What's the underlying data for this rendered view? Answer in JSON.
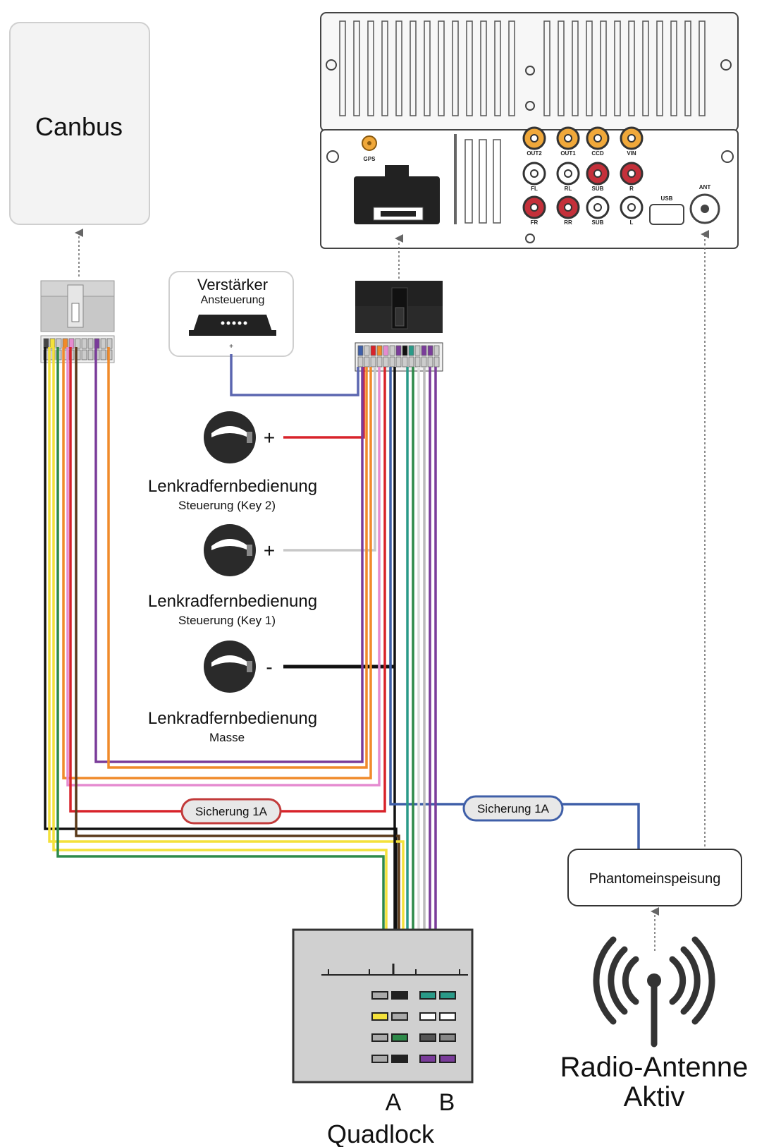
{
  "canbus": {
    "label": "Canbus"
  },
  "amp": {
    "title": "Verstärker",
    "subtitle": "Ansteuerung",
    "pin": "+"
  },
  "steering": [
    {
      "sign": "+",
      "title": "Lenkradfernbedienung",
      "subtitle": "Steuerung (Key 2)"
    },
    {
      "sign": "+",
      "title": "Lenkradfernbedienung",
      "subtitle": "Steuerung (Key 1)"
    },
    {
      "sign": "-",
      "title": "Lenkradfernbedienung",
      "subtitle": "Masse"
    }
  ],
  "fuses": {
    "left": "Sicherung 1A",
    "right": "Sicherung 1A"
  },
  "phantom": {
    "label": "Phantomeinspeisung"
  },
  "antenna": {
    "line1": "Radio-Antenne",
    "line2": "Aktiv"
  },
  "quadlock": {
    "label": "Quadlock",
    "section_a": "A",
    "section_b": "B"
  },
  "headunit": {
    "gps": "GPS",
    "rca_row1": [
      "OUT2",
      "OUT1",
      "CCD",
      "VIN"
    ],
    "rca_row2": [
      "FL",
      "RL",
      "SUB",
      "R"
    ],
    "rca_row3": [
      "FR",
      "RR",
      "SUB",
      "L"
    ],
    "usb": "USB",
    "ant": "ANT"
  },
  "colors": {
    "red": "#d8232a",
    "yellow": "#f4e13a",
    "orange": "#f08a2a",
    "purple": "#7a3c9a",
    "blue": "#3f5fa8",
    "green": "#2e8a4a",
    "pink": "#e58bd0",
    "brown": "#5a3a1a",
    "gray": "#b8b8b8",
    "black": "#111111",
    "teal": "#2a9a88"
  }
}
